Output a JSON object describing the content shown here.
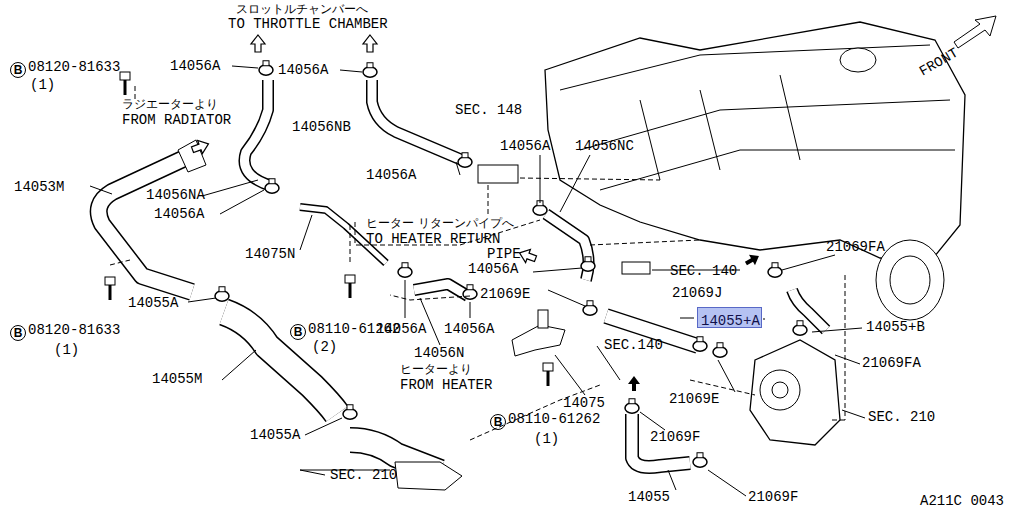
{
  "diagram": {
    "nodes": [
      {
        "text": [
          "14055+A"
        ]
      }
    ],
    "labels": [
      "スロットルチャンバーへ",
      "TO THROTTLE CHAMBER",
      "FRONT",
      "B",
      "08120-81633",
      "(1)",
      "14056A",
      "14056A",
      "ラジエーターより",
      "FROM RADIATOR",
      "14056NB",
      "SEC. 148",
      "14056A",
      "14056NC",
      "14053M",
      "14056NA",
      "14056A",
      "14056A",
      "ヒーター リターンパイプへ",
      "TO HEATER RETURN",
      "PIPE",
      "14075N",
      "14056A",
      "21069E",
      "21069J",
      "SEC. 140",
      "21069FA",
      "14055A",
      "B",
      "08120-81633",
      "(1)",
      "B",
      "08110-61262",
      "(2)",
      "14056A",
      "14056A",
      "14056N",
      "14055M",
      "ヒーターより",
      "FROM HEATER",
      "SEC.140",
      "14075",
      "21069E",
      "14055+B",
      "21069FA",
      "B",
      "08110-61262",
      "(1)",
      "SEC. 210",
      "21069F",
      "14055A",
      "SEC. 210",
      "14055",
      "21069F",
      "A211C 0043"
    ]
  }
}
